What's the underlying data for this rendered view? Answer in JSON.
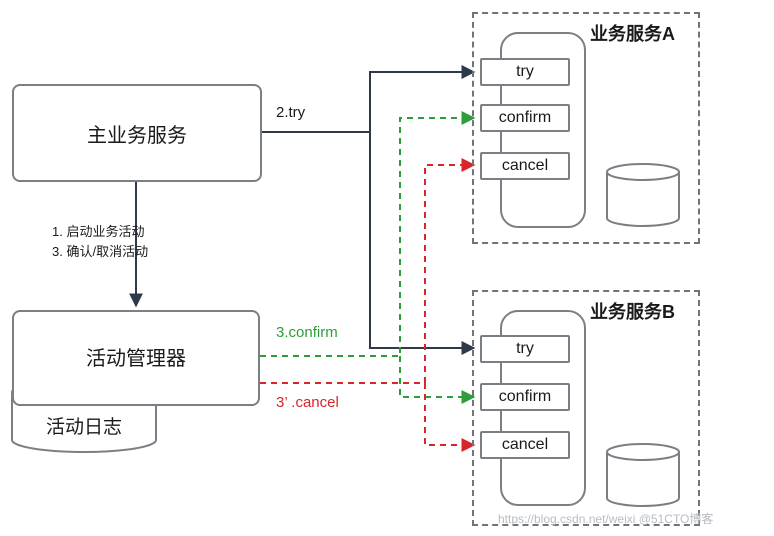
{
  "main_service": {
    "label": "主业务服务"
  },
  "manager": {
    "label": "活动管理器"
  },
  "log": {
    "label": "活动日志"
  },
  "steps": {
    "line1": "1. 启动业务活动",
    "line2": "3. 确认/取消活动"
  },
  "calls": {
    "try": "2.try",
    "confirm": "3.confirm",
    "cancel": "3’ .cancel"
  },
  "service_a": {
    "title": "业务服务A",
    "ops": [
      "try",
      "confirm",
      "cancel"
    ]
  },
  "service_b": {
    "title": "业务服务B",
    "ops": [
      "try",
      "confirm",
      "cancel"
    ]
  },
  "watermark": "https://blog.csdn.net/weixi @51CTO博客",
  "colors": {
    "try_line": "#2e3a4a",
    "confirm_line": "#2e9e3a",
    "cancel_line": "#d8262b",
    "border": "#7a7f86"
  }
}
